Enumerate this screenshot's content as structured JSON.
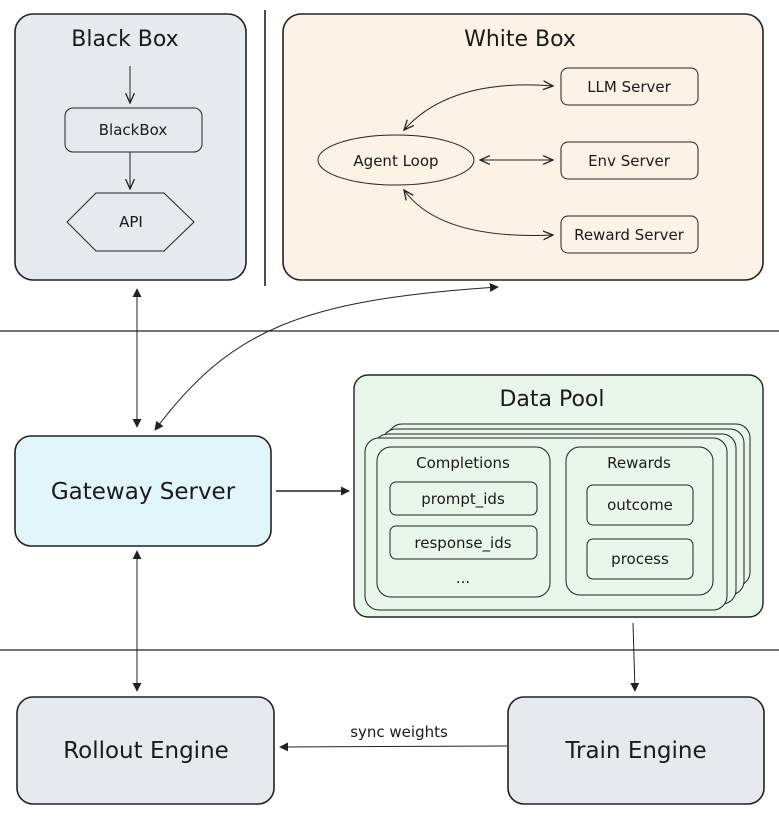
{
  "black_box": {
    "title": "Black Box",
    "node_blackbox": "BlackBox",
    "node_api": "API"
  },
  "white_box": {
    "title": "White Box",
    "agent_loop": "Agent Loop",
    "llm_server": "LLM Server",
    "env_server": "Env Server",
    "reward_server": "Reward Server"
  },
  "gateway": {
    "label": "Gateway Server"
  },
  "data_pool": {
    "title": "Data Pool",
    "completions": {
      "title": "Completions",
      "items": [
        "prompt_ids",
        "response_ids",
        "..."
      ]
    },
    "rewards": {
      "title": "Rewards",
      "items": [
        "outcome",
        "process"
      ]
    }
  },
  "rollout_engine": {
    "label": "Rollout Engine"
  },
  "train_engine": {
    "label": "Train Engine"
  },
  "edges": {
    "sync_weights": "sync weights"
  },
  "colors": {
    "black_box_fill": "#e6e9ee",
    "white_box_fill": "#fdf2e6",
    "gateway_fill": "#e1f6fb",
    "data_pool_fill": "#e8f7ea",
    "engine_fill": "#e6e9ee",
    "stroke": "#222222"
  }
}
